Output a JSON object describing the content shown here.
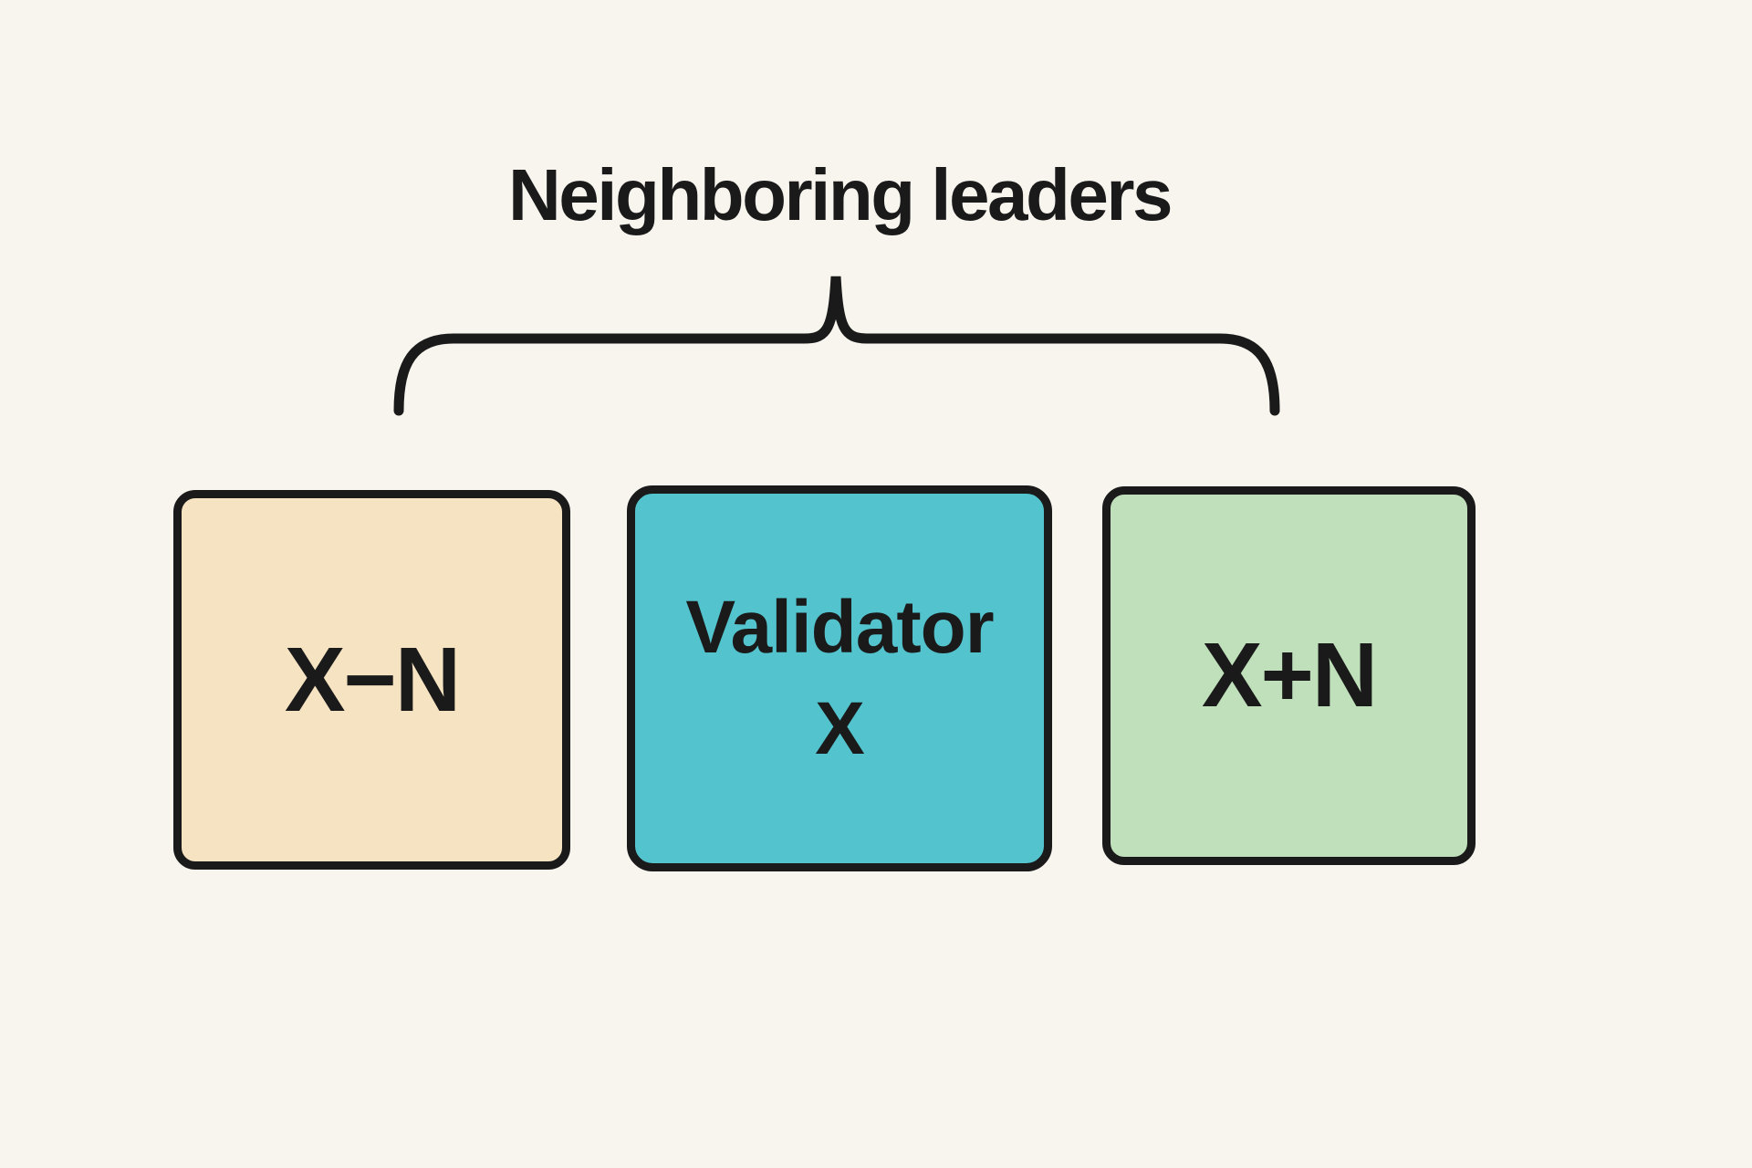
{
  "title": "Neighboring leaders",
  "colors": {
    "background": "#f8f4ee",
    "ink": "#1a1a1a",
    "box_left_fill": "#f6e3c2",
    "box_mid_fill": "#53c3cd",
    "box_right_fill": "#bfe0ba"
  },
  "boxes": [
    {
      "name": "x-minus-n",
      "label": "X−N"
    },
    {
      "name": "validator-x",
      "label": "Validator X",
      "label_lines": [
        "Validator",
        "X"
      ]
    },
    {
      "name": "x-plus-n",
      "label": "X+N"
    }
  ]
}
